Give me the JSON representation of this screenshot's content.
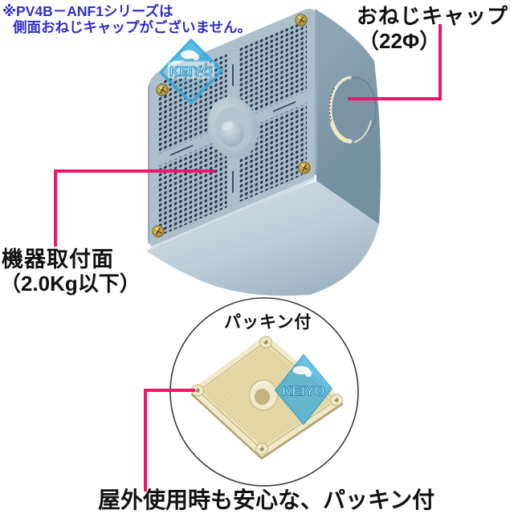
{
  "page": {
    "background": "#ffffff"
  },
  "note": {
    "line1": "※PV4B－ANF1シリーズは",
    "line2": "側面おねじキャップがございません。",
    "color": "#2E2EC8"
  },
  "annotations": {
    "cap_label_line1": "おねじキャップ",
    "cap_label_line2": "（22Φ）",
    "mount_label_line1": "機器取付面",
    "mount_label_line2": "（2.0Kg以下）",
    "packing_circle_label": "パッキン付",
    "bottom_caption": "屋外使用時も安心な、パッキン付",
    "leader_color": "#F0156B"
  },
  "brand": {
    "watermark": "KEIYO"
  },
  "product": {
    "box_face_color": "#ACBFCB",
    "box_side_color": "#7E97A9",
    "box_bottom_color": "#C2D2DB",
    "hole_color": "#243649",
    "gasket_color": "#E7DDAA",
    "screw_color": "#C7A33B"
  }
}
